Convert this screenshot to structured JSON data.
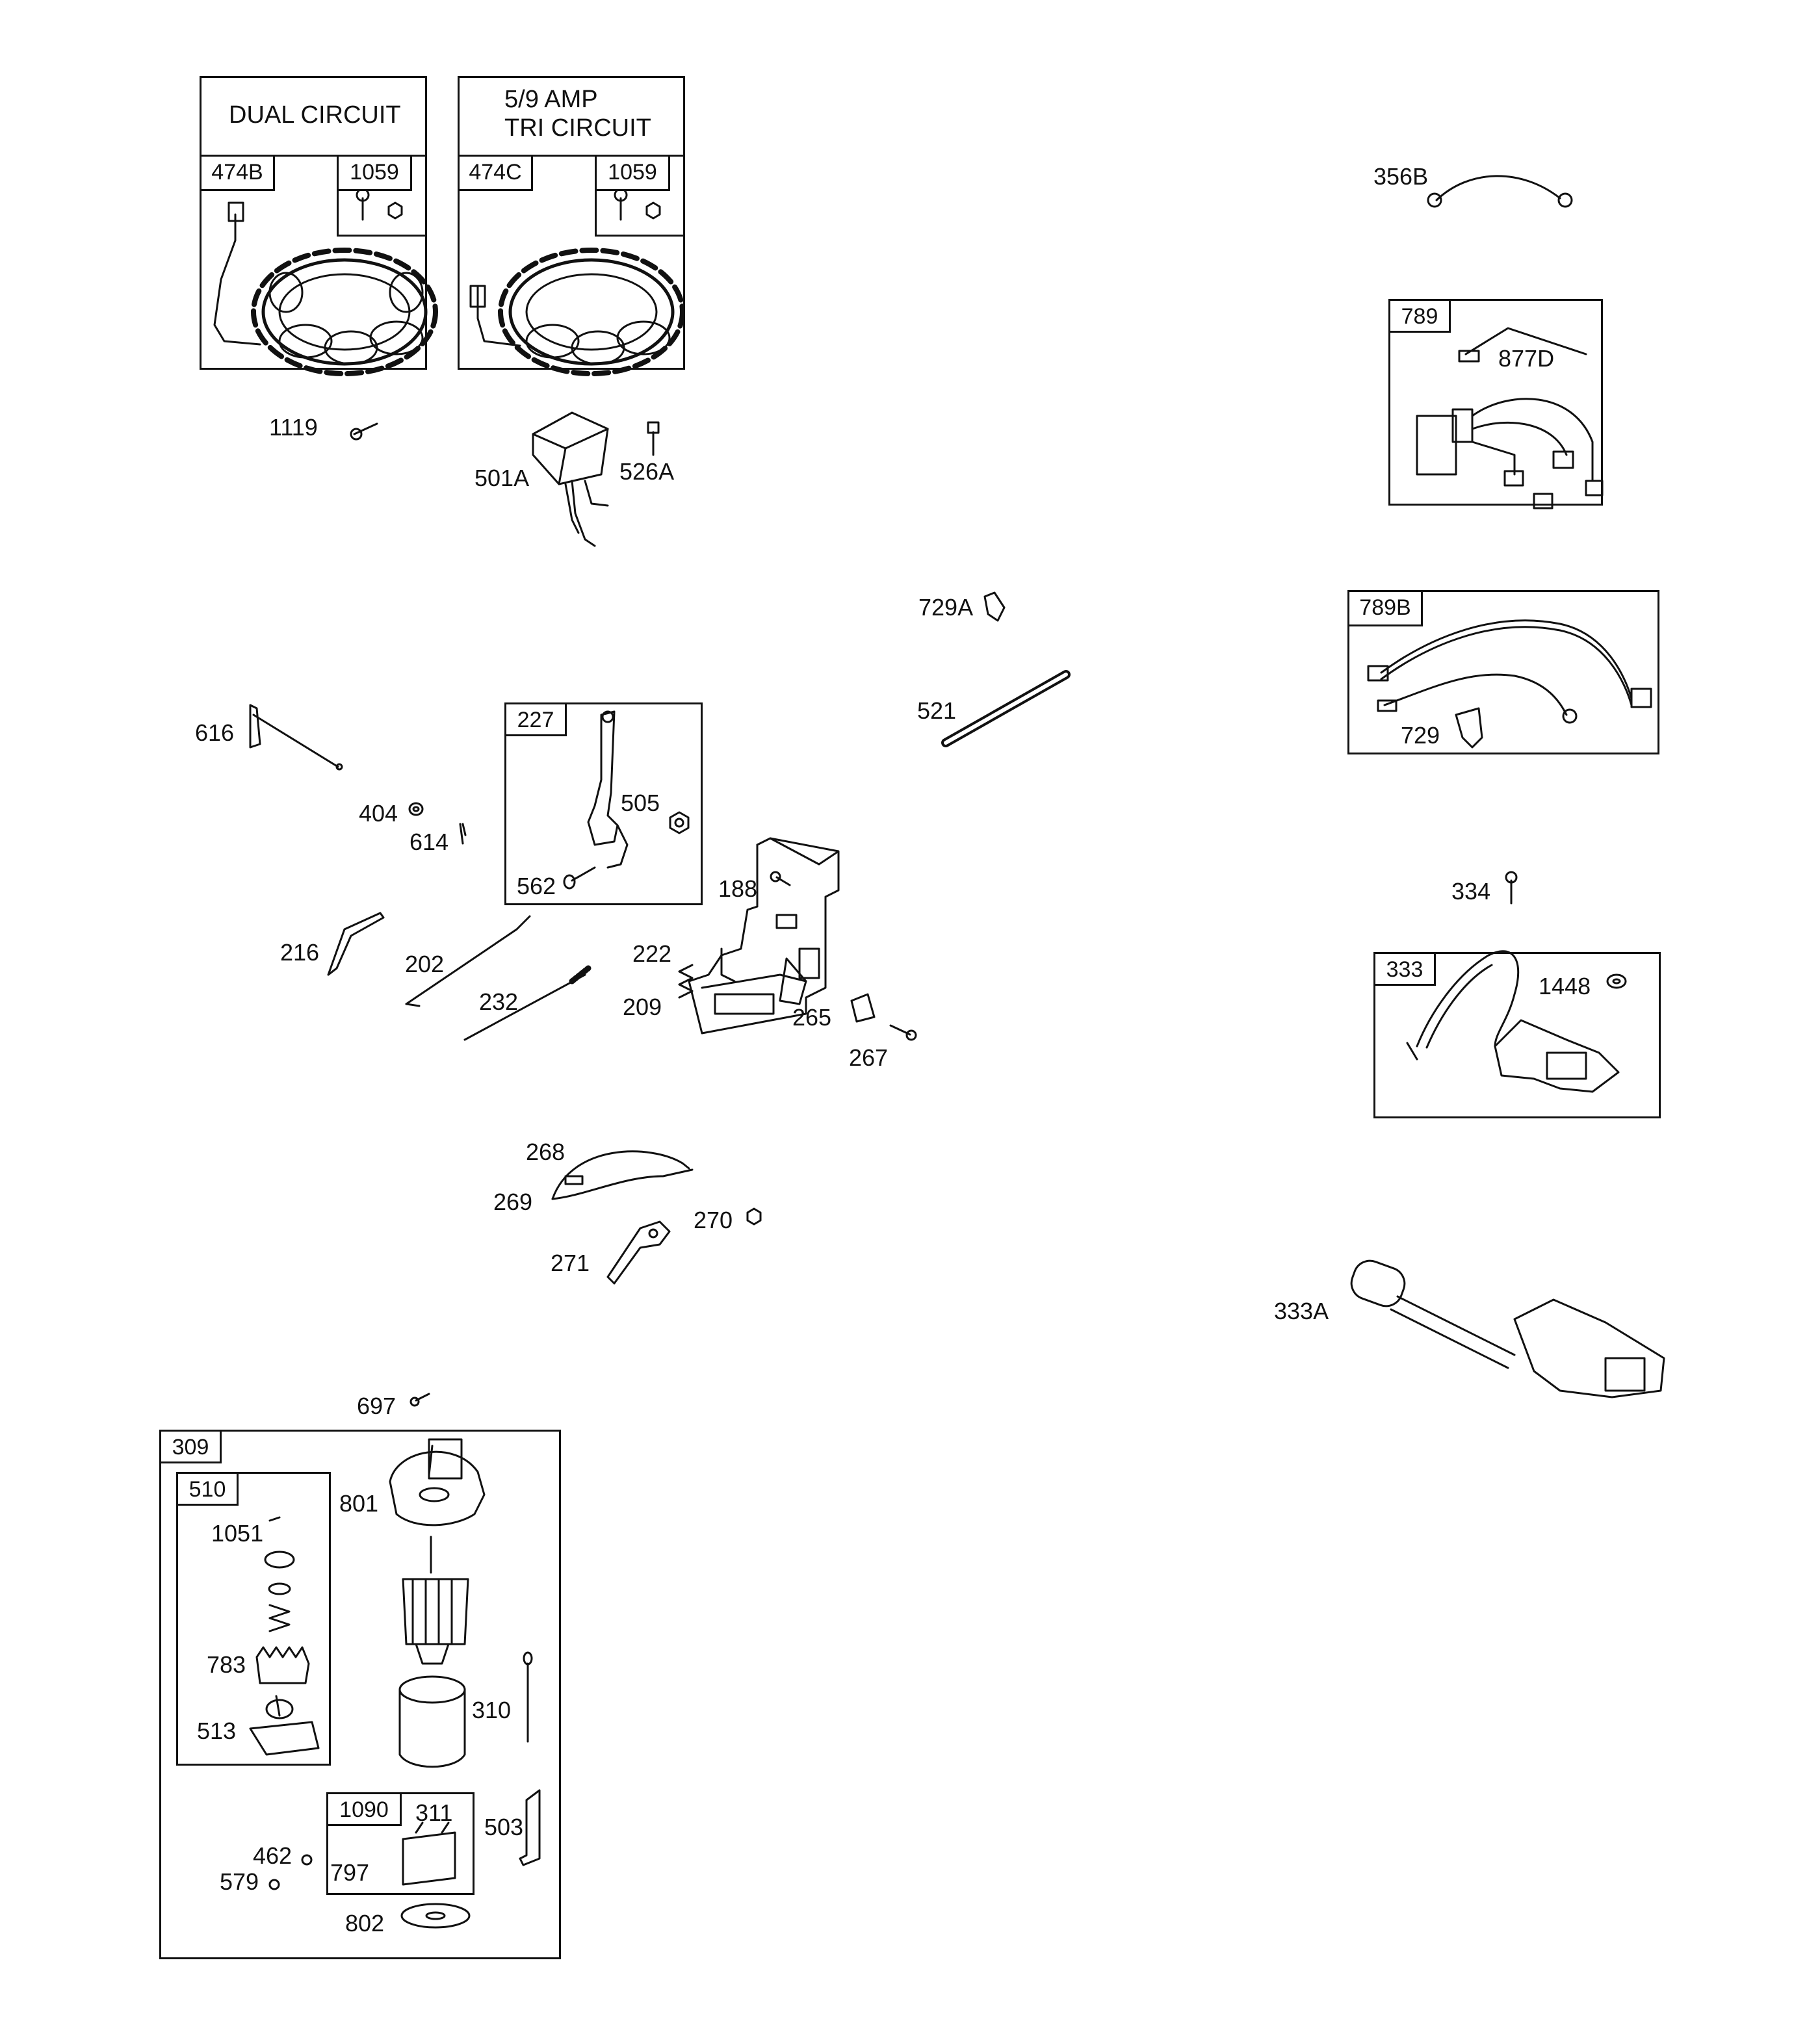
{
  "headers": {
    "dual_circuit": "DUAL CIRCUIT",
    "tri_circuit": "5/9 AMP\nTRI CIRCUIT"
  },
  "box_tags": {
    "b474B": "474B",
    "b1059a": "1059",
    "b474C": "474C",
    "b1059b": "1059",
    "b789": "789",
    "b789B": "789B",
    "b227": "227",
    "b333": "333",
    "b309": "309",
    "b510": "510",
    "b1090": "1090"
  },
  "part_labels": {
    "p356B": "356B",
    "p877D": "877D",
    "p729": "729",
    "p1119": "1119",
    "p501A": "501A",
    "p526A": "526A",
    "p729A": "729A",
    "p521": "521",
    "p616": "616",
    "p404": "404",
    "p614": "614",
    "p505": "505",
    "p562": "562",
    "p188": "188",
    "p216": "216",
    "p202": "202",
    "p222": "222",
    "p232": "232",
    "p209": "209",
    "p265": "265",
    "p267": "267",
    "p334": "334",
    "p1448": "1448",
    "p268": "268",
    "p269": "269",
    "p270": "270",
    "p271": "271",
    "p333A": "333A",
    "p697": "697",
    "p801": "801",
    "p1051": "1051",
    "p783": "783",
    "p513": "513",
    "p310": "310",
    "p311": "311",
    "p503": "503",
    "p462": "462",
    "p579": "579",
    "p797": "797",
    "p802": "802"
  }
}
